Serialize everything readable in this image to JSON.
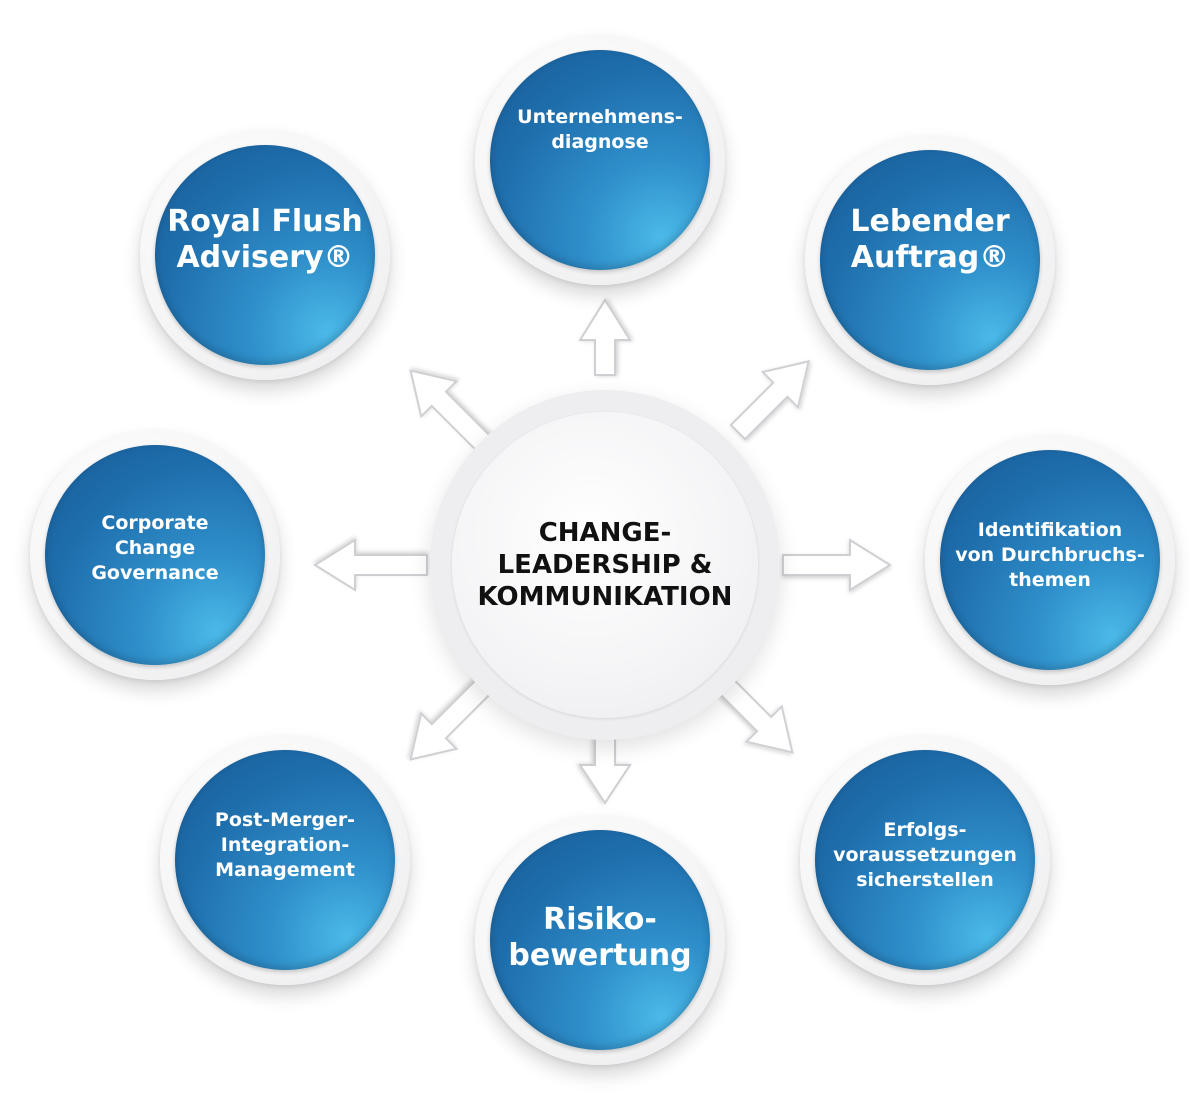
{
  "center": {
    "label": "CHANGE-\nLEADERSHIP &\nKOMMUNIKATION"
  },
  "nodes": {
    "unternehmensdiagnose": "Unternehmens-\ndiagnose",
    "lebender_auftrag": "Lebender\nAuftrag®",
    "identifikation": "Identifikation\nvon Durchbruchs-\nthemen",
    "erfolgsvoraussetzungen": "Erfolgs-\nvoraussetzungen\nsicherstellen",
    "risikobewertung": "Risiko-\nbewertung",
    "post_merger": "Post-Merger-\nIntegration-\nManagement",
    "corporate_change": "Corporate\nChange\nGovernance",
    "royal_flush": "Royal Flush\nAdvisery®"
  },
  "colors": {
    "disc_dark": "#175a96",
    "disc_light": "#4ab9e8",
    "arrow_fill": "#ffffff",
    "arrow_stroke": "#cfcfd3",
    "center_text": "#111111"
  }
}
